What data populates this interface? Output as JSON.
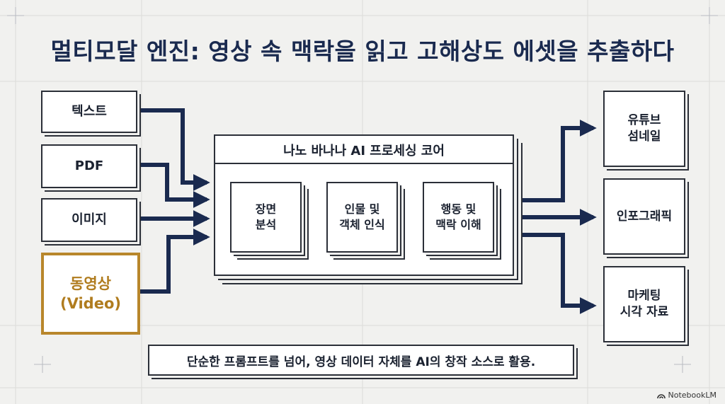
{
  "title": "멀티모달 엔진: 영상 속 맥락을 읽고 고해상도 에셋을 추출하다",
  "inputs": [
    "텍스트",
    "PDF",
    "이미지"
  ],
  "video_input": {
    "line1": "동영상",
    "line2": "(Video)"
  },
  "core": {
    "title": "나노 바나나 AI 프로세싱 코어",
    "steps": [
      {
        "line1": "장면",
        "line2": "분석"
      },
      {
        "line1": "인물 및",
        "line2": "객체 인식"
      },
      {
        "line1": "행동 및",
        "line2": "맥락 이해"
      }
    ]
  },
  "outputs": [
    {
      "line1": "유튜브",
      "line2": "섬네일"
    },
    {
      "line1": "인포그래픽",
      "line2": ""
    },
    {
      "line1": "마케팅",
      "line2": "시각 자료"
    }
  ],
  "caption": "단순한 프롬프트를 넘어, 영상 데이터 자체를 AI의 창작 소스로 활용.",
  "brand": "NotebookLM",
  "colors": {
    "accent": "#1a2a4f",
    "video": "#b8862b",
    "ink": "#2b2f38",
    "background": "#f1f1ef"
  }
}
